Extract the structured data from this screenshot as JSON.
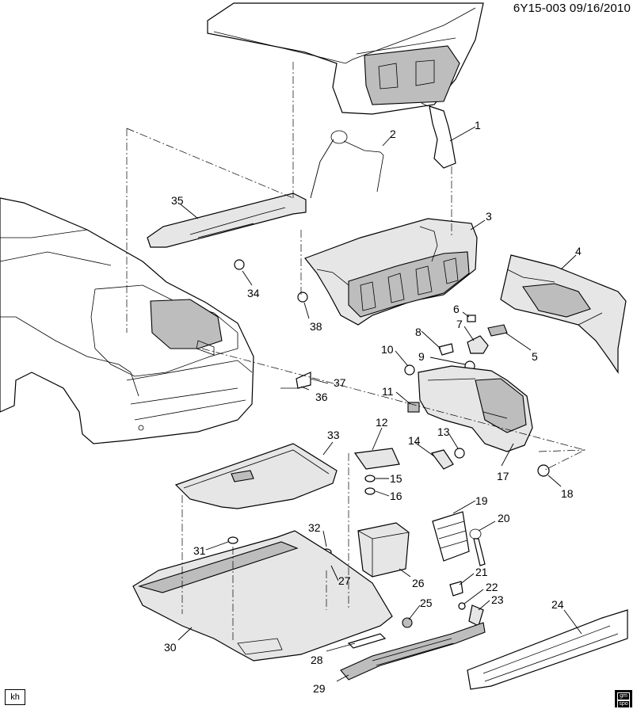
{
  "header": {
    "doc_ref": "6Y15-003  09/16/2010"
  },
  "footer": {
    "author_badge": "kh",
    "logo_text_top": "gm",
    "logo_text_bottom": "spo"
  },
  "callouts": [
    "1",
    "2",
    "3",
    "4",
    "5",
    "6",
    "7",
    "8",
    "9",
    "10",
    "11",
    "12",
    "13",
    "14",
    "15",
    "16",
    "17",
    "18",
    "19",
    "20",
    "21",
    "22",
    "23",
    "24",
    "25",
    "26",
    "27",
    "28",
    "29",
    "30",
    "31",
    "32",
    "33",
    "34",
    "35",
    "36",
    "37",
    "38"
  ]
}
